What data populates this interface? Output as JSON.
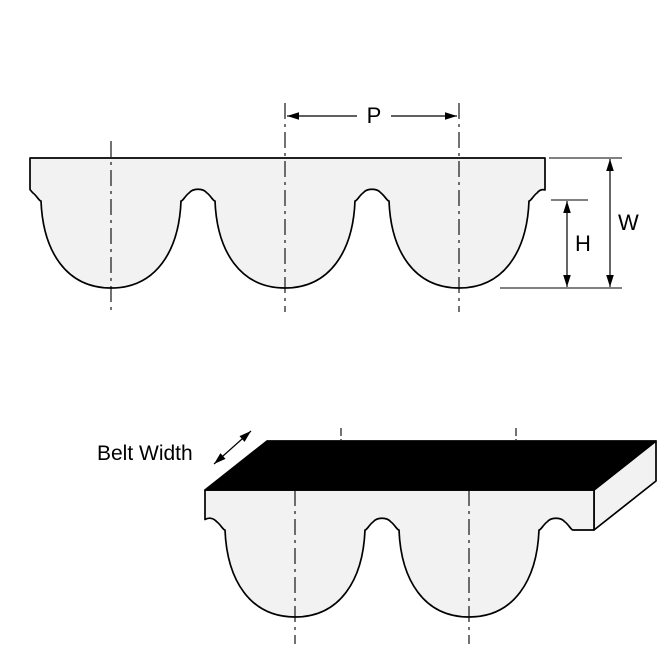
{
  "diagram": {
    "type": "technical_drawing",
    "subject": "Timing belt tooth profile (section view) and 3D belt end view",
    "labels": {
      "pitch": "P",
      "width": "W",
      "tooth_height": "H",
      "belt_width": "Belt Width"
    },
    "colors": {
      "line": "#000000",
      "belt_fill": "#f2f2f2",
      "belt_back_fill": "#000000",
      "background": "#ffffff"
    },
    "views": {
      "profile": {
        "teeth_visible": 3
      },
      "isometric": {
        "teeth_visible": 2
      }
    }
  }
}
